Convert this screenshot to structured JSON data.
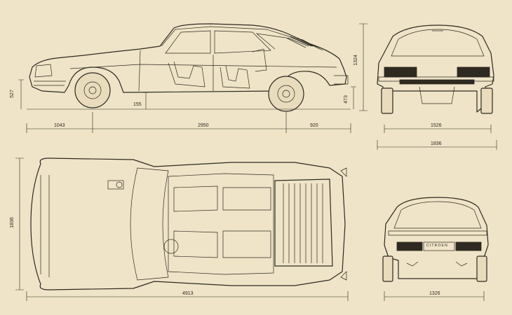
{
  "drawing": {
    "side_view": {
      "dim_front_overhang": "1043",
      "dim_wheelbase": "2950",
      "dim_rear_overhang": "920",
      "dim_height": "1324",
      "dim_ground_clearance": "155",
      "dim_front_bumper_height": "527",
      "dim_rear_bumper_height": "473"
    },
    "front_view": {
      "dim_front_track": "1526",
      "dim_width": "1836"
    },
    "top_view": {
      "dim_length": "4913",
      "dim_width": "1836"
    },
    "rear_view": {
      "dim_rear_track": "1326",
      "rear_badge": "CITROEN"
    }
  }
}
